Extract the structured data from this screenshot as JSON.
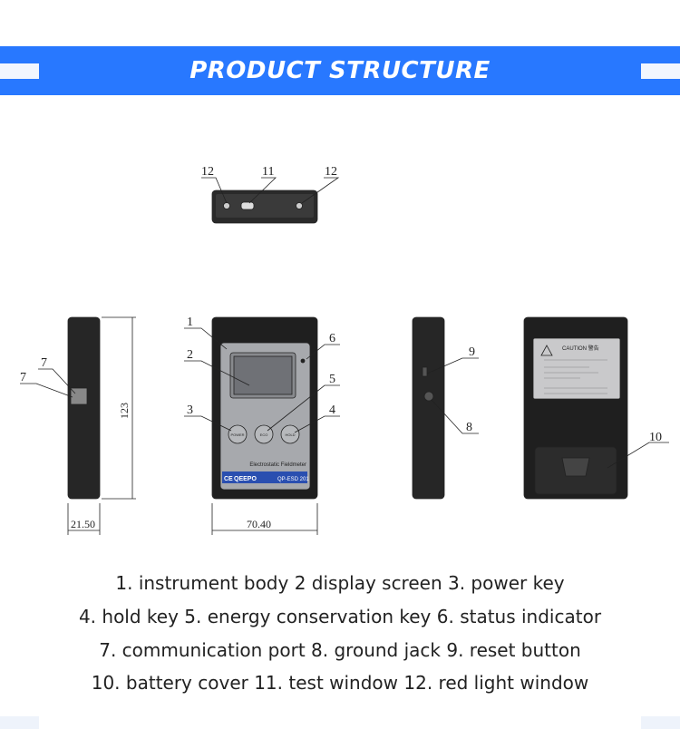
{
  "header": {
    "title": "PRODUCT STRUCTURE",
    "accent": "#2878ff"
  },
  "diagram": {
    "callouts": {
      "c1": "1",
      "c2": "2",
      "c3": "3",
      "c4": "4",
      "c5": "5",
      "c6": "6",
      "c7": "7",
      "c8": "8",
      "c9": "9",
      "c10": "10",
      "c11": "11",
      "c12": "12"
    },
    "dimensions": {
      "height": "123",
      "depth": "21.50",
      "width": "70.40"
    },
    "front": {
      "buttons": [
        "POWER",
        "ECO",
        "HOLD"
      ],
      "model_name": "Electrostatic Fieldmeter",
      "brand": "QEEPO",
      "model": "QP-ESD 201",
      "ce": "CE"
    },
    "back": {
      "caution": "CAUTION 警告"
    }
  },
  "captions": [
    "1. instrument body 2 display screen 3. power key",
    "4. hold key 5. energy conservation key 6. status indicator",
    "7. communication port 8. ground jack 9. reset button",
    "10. battery cover 11. test window 12. red light window"
  ]
}
